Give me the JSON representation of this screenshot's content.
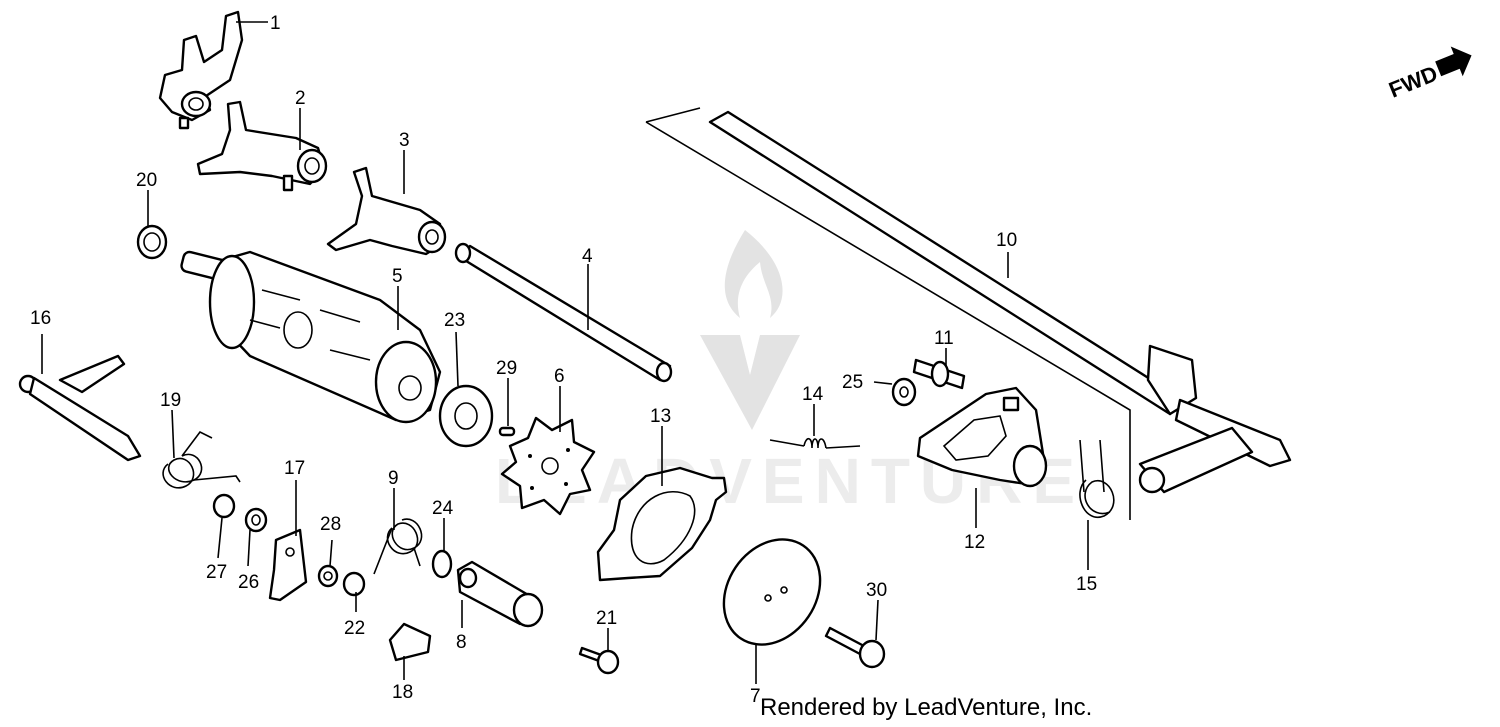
{
  "watermark": {
    "text": "LEADVENTURE"
  },
  "fwd_label": "FWD",
  "credit": "Rendered by LeadVenture, Inc.",
  "callouts": [
    "1",
    "2",
    "3",
    "4",
    "5",
    "6",
    "7",
    "8",
    "9",
    "10",
    "11",
    "12",
    "13",
    "14",
    "15",
    "16",
    "17",
    "18",
    "19",
    "20",
    "21",
    "22",
    "23",
    "24",
    "25",
    "26",
    "27",
    "28",
    "29",
    "30"
  ]
}
